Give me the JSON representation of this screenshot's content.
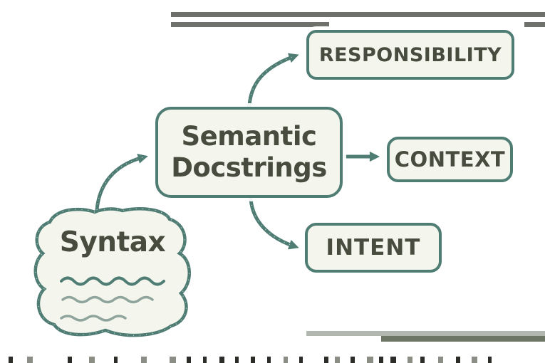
{
  "diagram": {
    "source_node": {
      "label": "Syntax"
    },
    "center_node": {
      "lines": [
        "Semantic",
        "Docstrings"
      ]
    },
    "target_nodes": [
      {
        "id": "responsibility",
        "label": "RESPONSIBILITY"
      },
      {
        "id": "context",
        "label": "CONTEXT"
      },
      {
        "id": "intent",
        "label": "INTENT"
      }
    ],
    "colors": {
      "stroke_teal": "#4f7d74",
      "node_fill": "#f4f6ed",
      "text": "#474c3f",
      "wave_light": "#8fa49c",
      "top_bar_gray": "#6e706b",
      "bottom_bar_light": "#b2b8af",
      "bottom_bar_dark": "#6d7565",
      "background": "#ffffff"
    }
  }
}
